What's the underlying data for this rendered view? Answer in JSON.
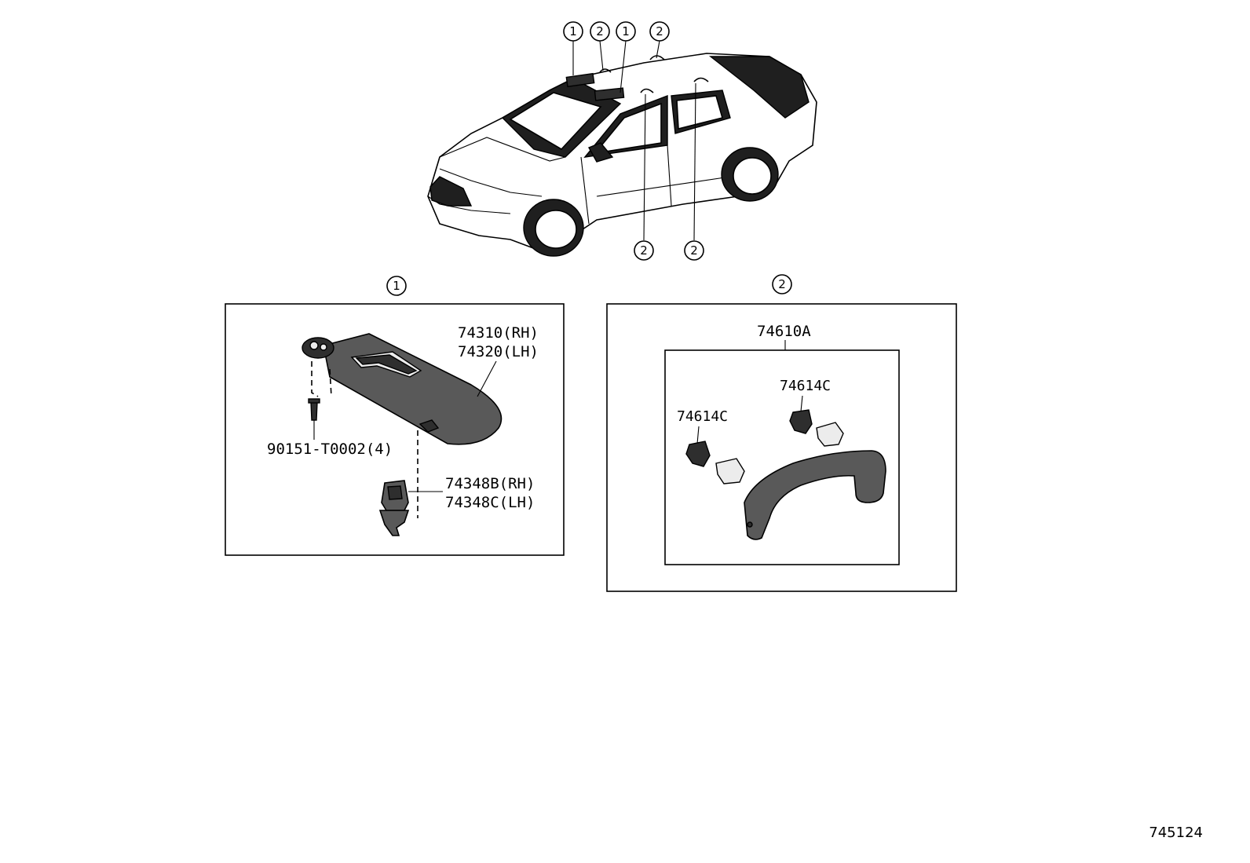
{
  "callouts": {
    "one": "1",
    "two": "2"
  },
  "sun_visor_group": {
    "visor_rh": "74310(RH)",
    "visor_lh": "74320(LH)",
    "screw": "90151-T0002(4)",
    "holder_rh": "74348B(RH)",
    "holder_lh": "74348C(LH)"
  },
  "assist_grip_group": {
    "grip": "74610A",
    "cap_upper": "74614C",
    "cap_lower": "74614C"
  },
  "reference_code": "745124"
}
